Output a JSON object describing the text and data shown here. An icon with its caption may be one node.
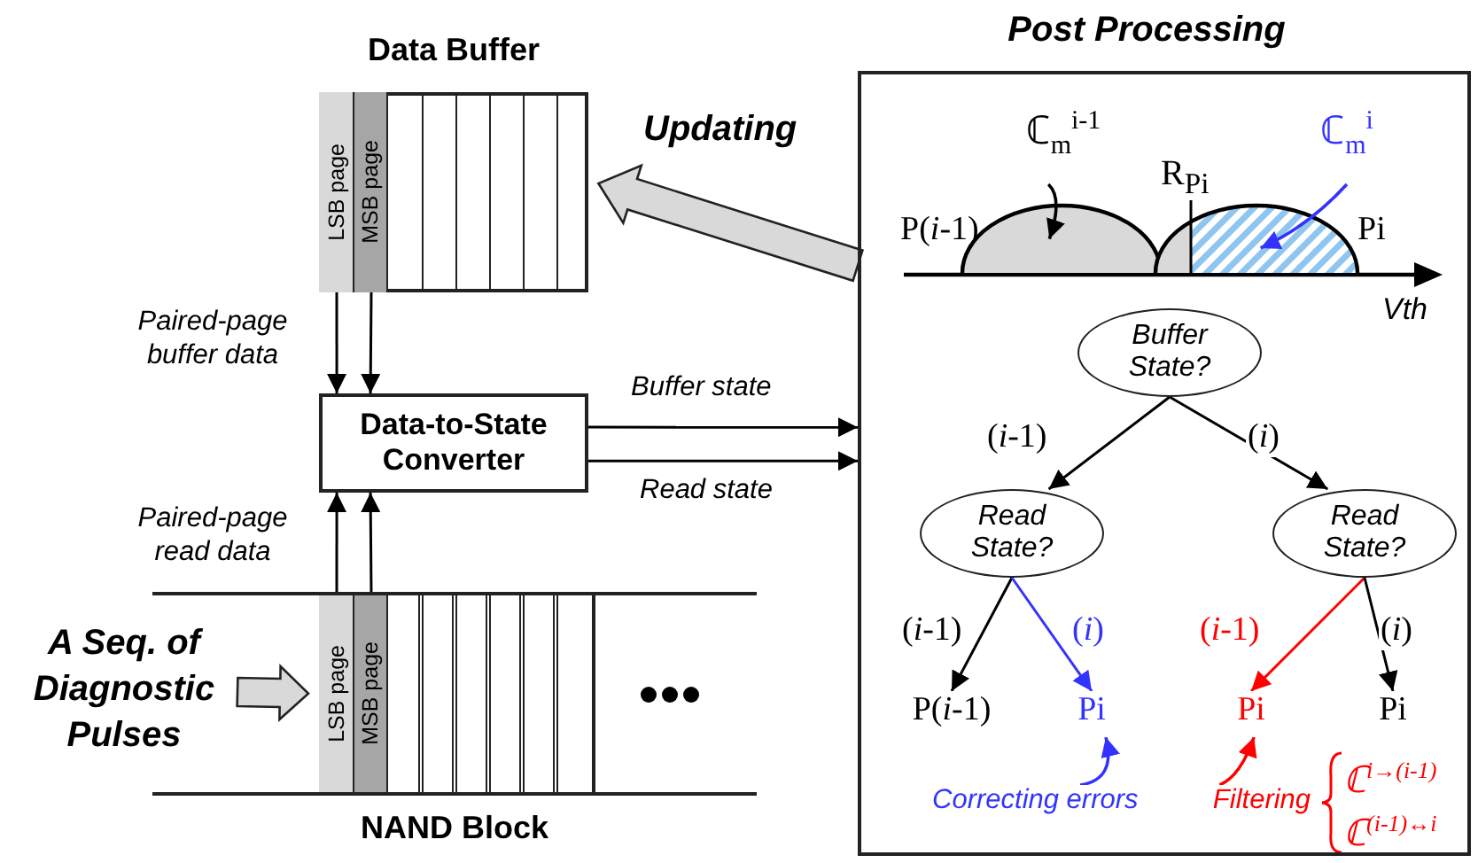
{
  "diagram": {
    "nodes": [
      {
        "text": [
          "Data Buffer"
        ]
      },
      {
        "text": [
          "LSB page"
        ],
        "in": 0
      },
      {
        "text": [
          "MSB page"
        ],
        "in": 0
      },
      {
        "text": [
          "Data-to-State Converter"
        ]
      },
      {
        "text": [
          "NAND Block"
        ]
      },
      {
        "text": [
          "LSB page"
        ],
        "in": 4
      },
      {
        "text": [
          "MSB page"
        ],
        "in": 4
      },
      {
        "text": [
          "Post Processing"
        ]
      },
      {
        "text": [
          "Buffer State?"
        ],
        "in": 7
      },
      {
        "text": [
          "Read State?"
        ],
        "in": 7
      },
      {
        "text": [
          "Read State?"
        ],
        "in": 7
      },
      {
        "text": [
          "P(*i*-1)"
        ],
        "in": 7
      },
      {
        "text": [
          "Pi"
        ],
        "in": 7
      },
      {
        "text": [
          "Pi"
        ],
        "in": 7
      },
      {
        "text": [
          "Pi"
        ],
        "in": 7
      },
      {
        "text": [
          "Correcting errors"
        ],
        "in": 7
      },
      {
        "text": [
          "Filtering"
        ],
        "in": 7,
        "beside": [
          "ℂ$^{i→(i-1)}$",
          "ℂ$^{(i-1)↔i}$"
        ]
      },
      {
        "text": [
          "A Seq. of Diagnostic Pulses"
        ]
      },
      {
        "text": [
          "ℂ$_{m}$$^{i-1}$"
        ],
        "in": 7
      },
      {
        "text": [
          "ℂ$_{m}$$^{i}$"
        ],
        "in": 7
      },
      {
        "text": [],
        "shape": "area",
        "in": 7
      },
      {
        "text": [],
        "shape": "area",
        "in": 7
      }
    ],
    "edges": [
      {
        "from": 1,
        "to": 3,
        "arrow": "to"
      },
      {
        "from": 2,
        "to": 3,
        "arrow": "to"
      },
      {
        "from": 5,
        "to": 3,
        "arrow": "to"
      },
      {
        "from": 6,
        "to": 3,
        "arrow": "to"
      },
      {
        "from": 3,
        "to": 7,
        "arrow": "to",
        "label": "Buffer state"
      },
      {
        "from": 3,
        "to": 7,
        "arrow": "to",
        "label": "Read state"
      },
      {
        "from": 7,
        "to": 0,
        "arrow": "to",
        "label": "Updating",
        "style": "thick"
      },
      {
        "from": 17,
        "to": 5,
        "arrow": "to",
        "style": "thick"
      },
      {
        "from": 8,
        "to": 9,
        "arrow": "to",
        "label": "(*i*-1)"
      },
      {
        "from": 8,
        "to": 10,
        "arrow": "to",
        "label": "(*i*)"
      },
      {
        "from": 9,
        "to": 11,
        "arrow": "to",
        "label": "(*i*-1)"
      },
      {
        "from": 9,
        "to": 12,
        "arrow": "to",
        "label": "(*i*)",
        "color": "#3333ff"
      },
      {
        "from": 10,
        "to": 13,
        "arrow": "to",
        "label": "(*i*-1)",
        "color": "#ff0000"
      },
      {
        "from": 10,
        "to": 14,
        "arrow": "to",
        "label": "(*i*)"
      },
      {
        "from": 15,
        "to": 12,
        "arrow": "to",
        "color": "#3333ff"
      },
      {
        "from": 16,
        "to": 13,
        "arrow": "to",
        "color": "#ff0000"
      },
      {
        "from": 18,
        "to": 20,
        "arrow": "to"
      },
      {
        "from": 19,
        "to": 21,
        "arrow": "to",
        "color": "#3333ff"
      }
    ],
    "labels": [
      "Paired-page buffer data",
      "Paired-page read data",
      "R$_{Pi}$",
      "P(*i*-1)",
      "Pi",
      "Vth"
    ]
  }
}
